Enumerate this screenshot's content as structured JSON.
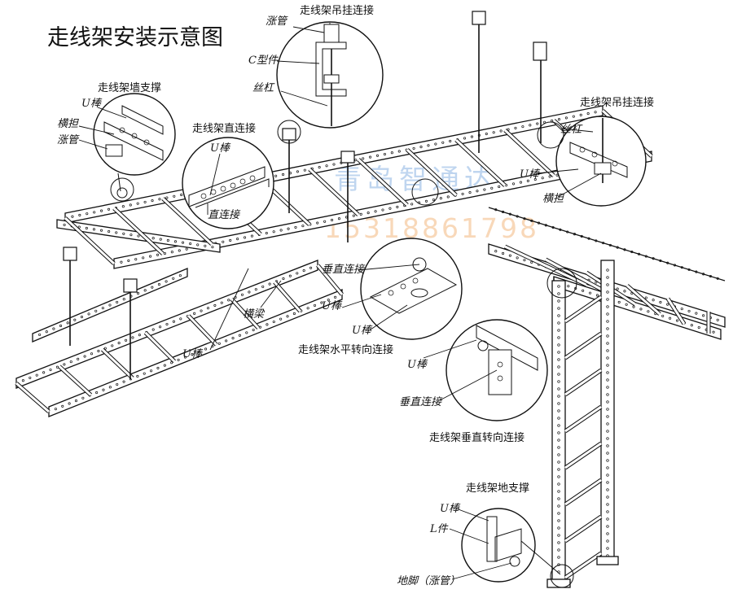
{
  "title": "走线架安装示意图",
  "watermark": {
    "company": "青岛智通达",
    "phone": "15318861798"
  },
  "labels": {
    "wall_support": "走线架墙支撑",
    "wall_u_bar": "U棒",
    "wall_crossbar": "横担",
    "wall_expansion": "涨管",
    "straight_conn_title": "走线架直连接",
    "straight_conn_u_bar": "U棒",
    "straight_conn_label": "直连接",
    "hang_top_title": "走线架吊挂连接",
    "hang_top_expansion": "涨管",
    "hang_top_c_part": "C型件",
    "hang_top_rod": "丝杠",
    "hang_right_title": "走线架吊挂连接",
    "hang_right_rod": "丝杠",
    "hang_right_u_bar": "U棒",
    "hang_right_crossbar": "横担",
    "horiz_turn_vconn": "垂直连接",
    "horiz_turn_u_bar1": "U棒",
    "horiz_turn_u_bar2": "U棒",
    "horiz_turn_title": "走线架水平转向连接",
    "main_crossbeam": "横梁",
    "main_u_bar": "U棒",
    "vert_turn_u_bar": "U棒",
    "vert_turn_vconn": "垂直连接",
    "vert_turn_title": "走线架垂直转向连接",
    "floor_title": "走线架地支撑",
    "floor_u_bar": "U棒",
    "floor_l_part": "L件",
    "floor_foot": "地脚（涨管）"
  }
}
